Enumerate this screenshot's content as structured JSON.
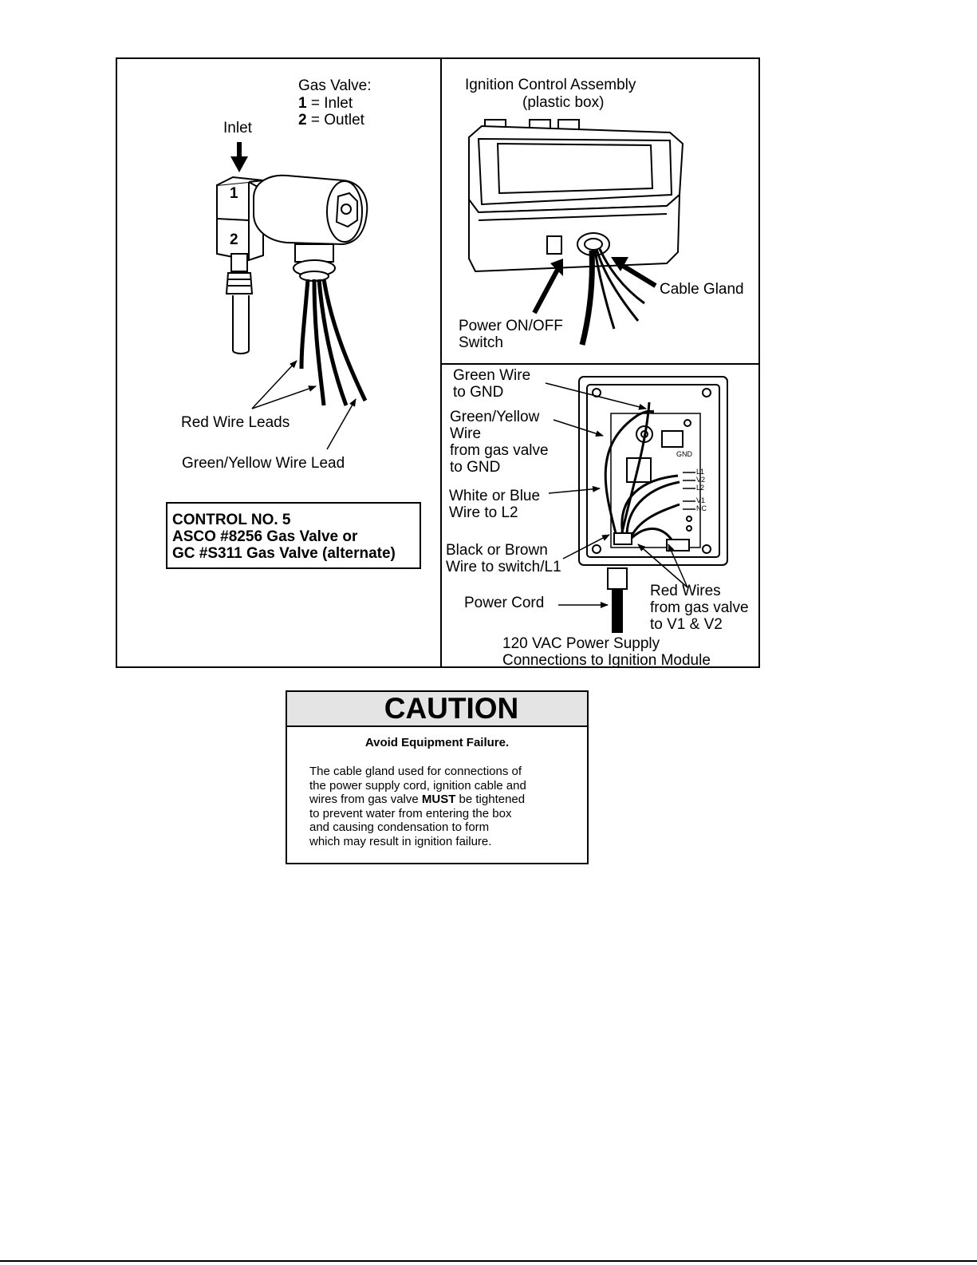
{
  "gas_valve": {
    "legend_title": "Gas Valve:",
    "legend_1_num": "1",
    "legend_1_text": " = Inlet",
    "legend_2_num": "2",
    "legend_2_text": " = Outlet",
    "inlet_label": "Inlet",
    "port_1": "1",
    "port_2": "2",
    "red_wire_leads": "Red Wire Leads",
    "green_yellow_lead": "Green/Yellow Wire Lead"
  },
  "control": {
    "line1": "CONTROL NO. 5",
    "line2": "ASCO #8256 Gas Valve or",
    "line3": "GC #S311 Gas Valve (alternate)"
  },
  "ignition_assembly": {
    "title_line1": "Ignition Control Assembly",
    "title_line2": "(plastic box)",
    "cable_gland": "Cable Gland",
    "power_switch_line1": "Power ON/OFF",
    "power_switch_line2": "Switch"
  },
  "module": {
    "green_wire_line1": "Green Wire",
    "green_wire_line2": "to GND",
    "gy_line1": "Green/Yellow",
    "gy_line2": "Wire",
    "gy_line3": "from gas valve",
    "gy_line4": "to GND",
    "wb_line1": "White or Blue",
    "wb_line2": "Wire to L2",
    "bb_line1": "Black or Brown",
    "bb_line2": "Wire to switch/L1",
    "power_cord": "Power Cord",
    "red_line1": "Red Wires",
    "red_line2": "from gas valve",
    "red_line3": "to V1 & V2",
    "caption_line1": "120 VAC Power Supply",
    "caption_line2": "Connections to Ignition Module",
    "term_gnd": "GND",
    "term_l1": "L1",
    "term_v2": "V2",
    "term_l2": "L2",
    "term_v1": "V1",
    "term_nc": "NC"
  },
  "caution": {
    "title": "CAUTION",
    "subtitle": "Avoid Equipment Failure.",
    "body_l1": "The cable gland used for connections of",
    "body_l2": "the power supply cord, ignition cable and",
    "body_l3_pre": "wires from gas valve ",
    "body_l3_bold": "MUST",
    "body_l3_post": " be tightened",
    "body_l4": "to prevent water from entering the box",
    "body_l5": "and causing condensation to form",
    "body_l6": "which may result in ignition failure."
  }
}
